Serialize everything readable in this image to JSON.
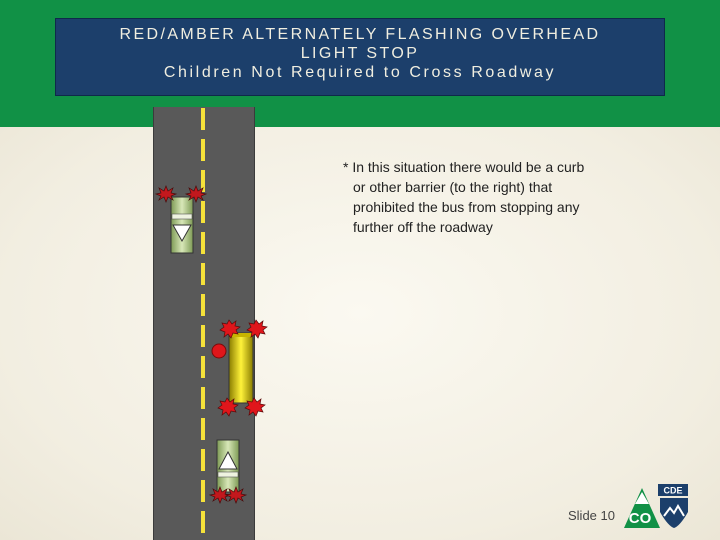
{
  "title": {
    "line1": "RED/AMBER ALTERNATELY FLASHING OVERHEAD",
    "line2": "LIGHT STOP",
    "line3": "Children Not Required to Cross Roadway"
  },
  "note": {
    "line1": "* In this situation there would be a curb",
    "line2": "or other barrier (to the right) that",
    "line3": "prohibited the bus from stopping any",
    "line4": "further off the roadway"
  },
  "slide_number": "Slide 10",
  "logo": {
    "badge": "CDE",
    "letters": "CO"
  },
  "colors": {
    "header_band": "#119146",
    "title_box": "#1c3f6b",
    "road": "#595959",
    "center_line": "#f6e23a",
    "bus": "#e6d200",
    "flash_red": "#e0161b"
  }
}
